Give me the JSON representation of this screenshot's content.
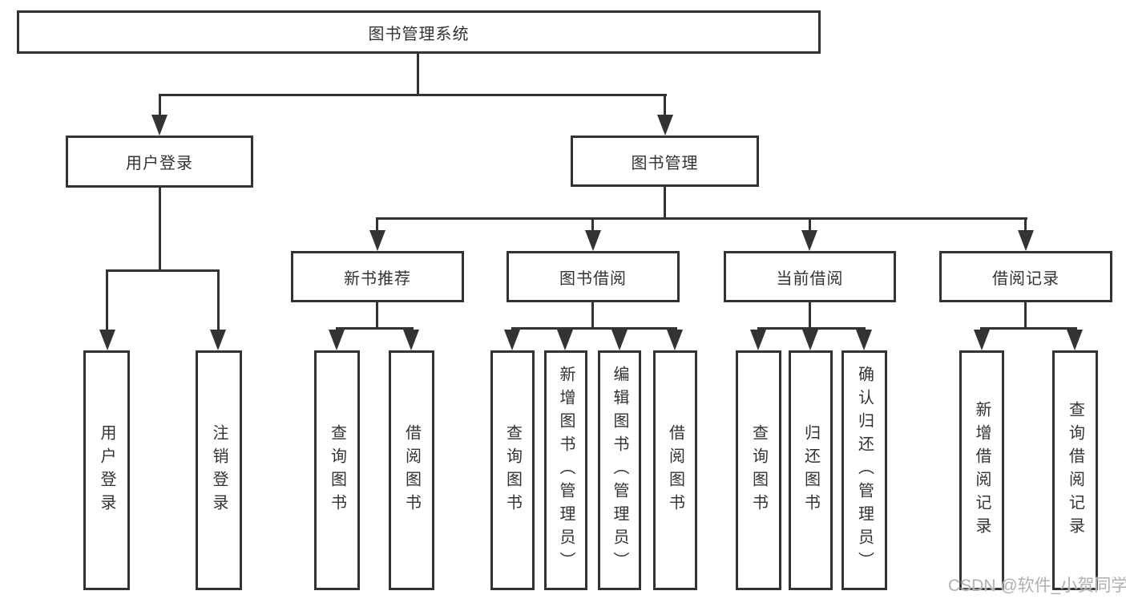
{
  "tree": {
    "root": {
      "label": "图书管理系统"
    },
    "branches": [
      {
        "label": "用户登录",
        "children": [
          {
            "label": "用户登录"
          },
          {
            "label": "注销登录"
          }
        ]
      },
      {
        "label": "图书管理",
        "children": [
          {
            "label": "新书推荐",
            "children": [
              {
                "label": "查询图书"
              },
              {
                "label": "借阅图书"
              }
            ]
          },
          {
            "label": "图书借阅",
            "children": [
              {
                "label": "查询图书"
              },
              {
                "label": "新增图书（管理员）"
              },
              {
                "label": "编辑图书（管理员）"
              },
              {
                "label": "借阅图书"
              }
            ]
          },
          {
            "label": "当前借阅",
            "children": [
              {
                "label": "查询图书"
              },
              {
                "label": "归还图书"
              },
              {
                "label": "确认归还（管理员）"
              }
            ]
          },
          {
            "label": "借阅记录",
            "children": [
              {
                "label": "新增借阅记录"
              },
              {
                "label": "查询借阅记录"
              }
            ]
          }
        ]
      }
    ]
  },
  "watermark": {
    "text": "CSDN @软件_小贺同学"
  },
  "colors": {
    "line": "#333333",
    "text": "#333333",
    "watermark": "#b0b0b0",
    "background": "#ffffff"
  }
}
